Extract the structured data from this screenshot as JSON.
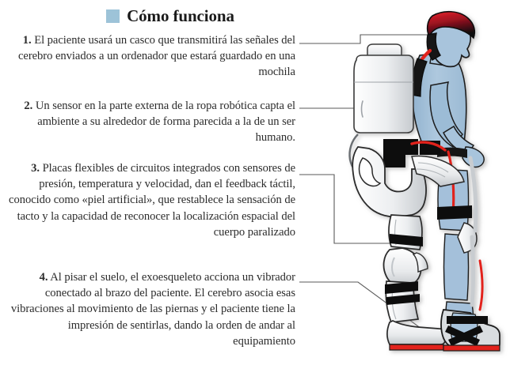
{
  "title": {
    "bullet_icon": "square-bullet-icon",
    "text": "Cómo funciona",
    "bullet_color": "#9dc3d8"
  },
  "steps": [
    {
      "number": "1.",
      "text": "El paciente usará un casco que transmitirá las señales del cerebro enviados a un ordenador que estará guardado en una mochila",
      "target": "helmet-and-backpack"
    },
    {
      "number": "2.",
      "text": "Un sensor en la parte externa de la ropa robótica capta el ambiente a su alrededor de forma parecida a la de un ser humano.",
      "target": "external-suit-sensor"
    },
    {
      "number": "3.",
      "text": "Placas flexibles de circuitos integrados con sensores de presión, temperatura y velocidad, dan el feedback táctil, conocido como «piel artificial», que restablece la sensación de tacto y la capacidad de reconocer la localización espacial del cuerpo paralizado",
      "target": "artificial-skin-thigh"
    },
    {
      "number": "4.",
      "text": "Al pisar el suelo, el exoesqueleto acciona un vibrador conectado al brazo del paciente. El cerebro asocia esas vibraciones al movimiento de las piernas y el paciente tiene la impresión de sentirlas, dando la orden de andar al equipamiento",
      "target": "foot-ground-contact"
    }
  ],
  "illustration": {
    "name": "exoskeleton-side-view",
    "description": "Vista lateral de un paciente con exoesqueleto robótico",
    "colors": {
      "body": "#a8c4dc",
      "body_shadow": "#8fb0cc",
      "exo_light": "#f2f3f4",
      "exo_mid": "#d9dcdf",
      "exo_dark": "#b9bec2",
      "strap_black": "#111111",
      "cable_red": "#e2231a",
      "helmet_red": "#c8102e",
      "outline": "#1a1a1a",
      "leader_line": "#555555"
    },
    "parts": [
      "helmet",
      "head",
      "backpack",
      "shoulder-strap",
      "arm",
      "hand",
      "hip-unit",
      "thigh-brace",
      "knee-pad",
      "shin-brace",
      "boot",
      "red-cable"
    ]
  }
}
